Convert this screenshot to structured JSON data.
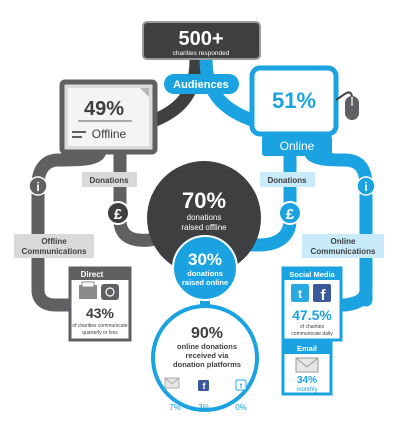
{
  "header": {
    "value": "500+",
    "caption": "charities responded",
    "audiences_label": "Audiences"
  },
  "offline": {
    "percent": "49%",
    "label": "Offline",
    "donations_label": "Donations",
    "comms_line1": "Offline",
    "comms_line2": "Communications",
    "direct": {
      "title": "Direct",
      "value": "43%",
      "note_line1": "of charities communicate",
      "note_line2": "quarterly or less"
    }
  },
  "online": {
    "percent": "51%",
    "label": "Online",
    "donations_label": "Donations",
    "comms_line1": "Online",
    "comms_line2": "Communications",
    "social": {
      "title": "Social Media",
      "value": "47.5%",
      "note_line1": "of charities",
      "note_line2": "communicate daily"
    },
    "email": {
      "title": "Email",
      "value": "34%",
      "note": "monthly"
    }
  },
  "center": {
    "offline_value": "70%",
    "offline_line1": "donations",
    "offline_line2": "raised offline",
    "online_value": "30%",
    "online_line1": "donations",
    "online_line2": "raised online"
  },
  "platforms": {
    "value": "90%",
    "line1": "online donations",
    "line2": "received via",
    "line3": "donation platforms",
    "items": [
      {
        "icon": "email-icon",
        "value": "7%"
      },
      {
        "icon": "facebook-icon",
        "value": "3%"
      },
      {
        "icon": "twitter-icon",
        "value": "0%"
      }
    ]
  },
  "symbols": {
    "info": "i",
    "pound": "£",
    "facebook": "f",
    "twitter": "t"
  },
  "colors": {
    "dark": "#3d3f41",
    "grey": "#5e6062",
    "blue": "#1aa3e0",
    "light_blue": "#c9eaf8",
    "light_grey": "#d9d9d9"
  }
}
